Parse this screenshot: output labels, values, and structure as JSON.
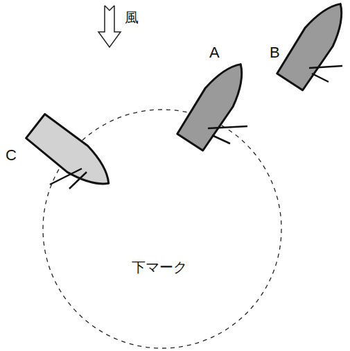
{
  "diagram": {
    "nodes": [
      {
        "text": [
          "A"
        ]
      },
      {
        "text": [
          "B"
        ]
      },
      {
        "text": [
          "C"
        ]
      },
      {
        "text": [
          "下マーク"
        ]
      }
    ],
    "labels": [
      "風"
    ]
  }
}
